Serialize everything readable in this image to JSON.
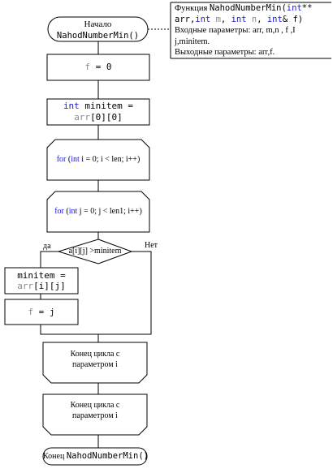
{
  "colors": {
    "keyword": "#1a1adc",
    "identifier_gray": "#8a8a8a",
    "line": "#000000"
  },
  "start": {
    "line1": "Начало",
    "line2": "NahodNumberMin()"
  },
  "f_init": {
    "var": "f",
    "op": " = 0"
  },
  "minitem_init": {
    "kw": "int",
    "rest": " minitem =",
    "arr": "arr",
    "idx": "[0][0]"
  },
  "loop_i": {
    "kw_for": "for",
    "open": " (",
    "kw_int": "int",
    "rest": " i = 0; i < len; i++)"
  },
  "loop_j": {
    "kw_for": "for",
    "open": " (",
    "kw_int": "int",
    "rest": " j = 0; j < len1; i++)"
  },
  "condition": {
    "text": "a[i][j] >minitem",
    "yes": "да",
    "no": "Нет"
  },
  "assign_minitem": {
    "lhs": "minitem =",
    "arr": "arr",
    "idx": "[i][j]"
  },
  "assign_f": {
    "var": "f",
    "op": " = j"
  },
  "loop_end_1": {
    "line1": "Конец цикла с",
    "line2": "параметром i"
  },
  "loop_end_2": {
    "line1": "Конец цикла с",
    "line2": "параметром i"
  },
  "end": {
    "word": "Конец ",
    "name": "NahodNumberMin()"
  },
  "note": {
    "prefix": "Функция ",
    "fname": "NahodNumberMin(",
    "p1_kw": "int",
    "p1_rest": "** arr,",
    "p2_kw": "int",
    "p2_var": " m",
    "sep": ", ",
    "p3_kw": "int",
    "p3_var": " n",
    "p4_kw": "int",
    "p4_rest": "& f)",
    "inputs": "Входные параметры: arr, m,n , f ,I j,minitem.",
    "outputs": "Выходные параметры: arr,f."
  }
}
